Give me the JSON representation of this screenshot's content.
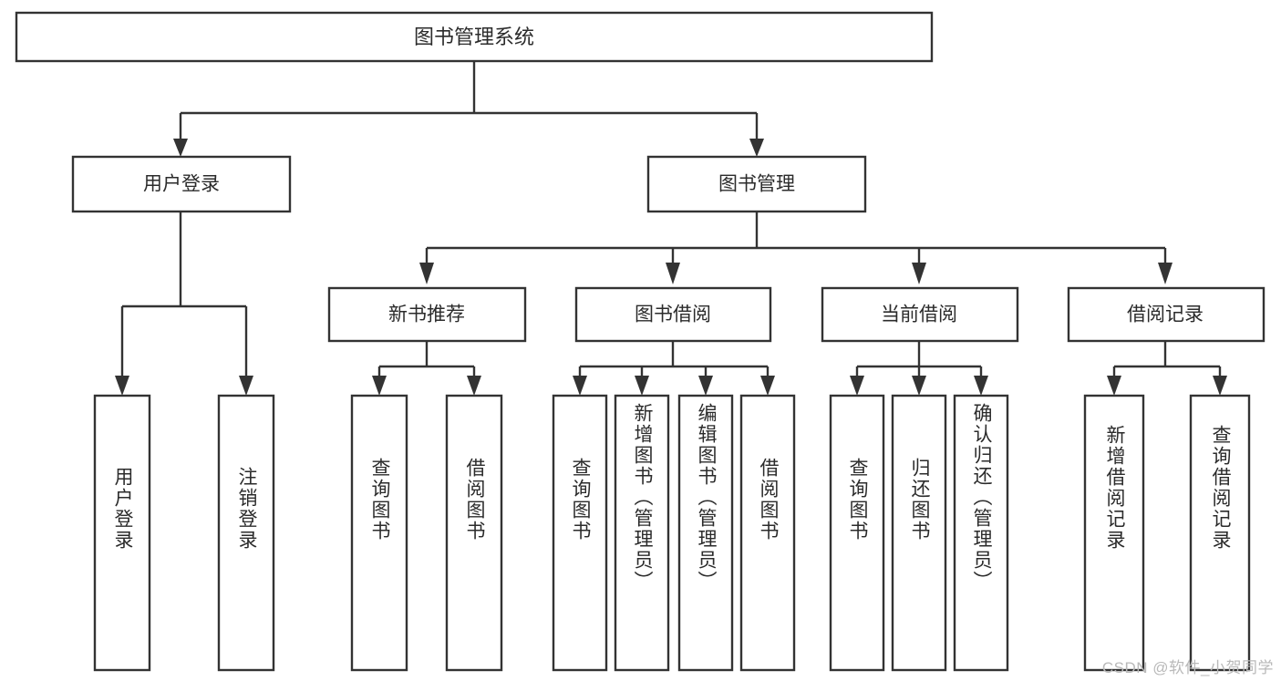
{
  "diagram": {
    "title": "图书管理系统",
    "type": "tree-hierarchy-chart",
    "orientation": "top-down",
    "root": {
      "id": "root",
      "label": "图书管理系统",
      "level": 0,
      "text_orientation": "horizontal"
    },
    "level2": [
      {
        "id": "user-login",
        "label": "用户登录",
        "level": 1,
        "text_orientation": "horizontal"
      },
      {
        "id": "book-management",
        "label": "图书管理",
        "level": 1,
        "text_orientation": "horizontal"
      }
    ],
    "level3": [
      {
        "id": "new-book-recommend",
        "label": "新书推荐",
        "level": 2,
        "parent": "book-management",
        "text_orientation": "horizontal"
      },
      {
        "id": "book-borrow",
        "label": "图书借阅",
        "level": 2,
        "parent": "book-management",
        "text_orientation": "horizontal"
      },
      {
        "id": "current-borrow",
        "label": "当前借阅",
        "level": 2,
        "parent": "book-management",
        "text_orientation": "horizontal"
      },
      {
        "id": "borrow-record",
        "label": "借阅记录",
        "level": 2,
        "parent": "book-management",
        "text_orientation": "horizontal"
      }
    ],
    "leaves": [
      {
        "id": "leaf-user-login",
        "label": "用户登录",
        "parent": "user-login",
        "text_orientation": "vertical"
      },
      {
        "id": "leaf-logout-login",
        "label": "注销登录",
        "parent": "user-login",
        "text_orientation": "vertical"
      },
      {
        "id": "leaf-query-book-1",
        "label": "查询图书",
        "parent": "new-book-recommend",
        "text_orientation": "vertical"
      },
      {
        "id": "leaf-borrow-book-1",
        "label": "借阅图书",
        "parent": "new-book-recommend",
        "text_orientation": "vertical"
      },
      {
        "id": "leaf-query-book-2",
        "label": "查询图书",
        "parent": "book-borrow",
        "text_orientation": "vertical"
      },
      {
        "id": "leaf-add-book-admin",
        "label": "新增图书（管理员）",
        "parent": "book-borrow",
        "text_orientation": "vertical"
      },
      {
        "id": "leaf-edit-book-admin",
        "label": "编辑图书（管理员）",
        "parent": "book-borrow",
        "text_orientation": "vertical"
      },
      {
        "id": "leaf-borrow-book-2",
        "label": "借阅图书",
        "parent": "book-borrow",
        "text_orientation": "vertical"
      },
      {
        "id": "leaf-query-book-3",
        "label": "查询图书",
        "parent": "current-borrow",
        "text_orientation": "vertical"
      },
      {
        "id": "leaf-return-book",
        "label": "归还图书",
        "parent": "current-borrow",
        "text_orientation": "vertical"
      },
      {
        "id": "leaf-confirm-return-admin",
        "label": "确认归还（管理员）",
        "parent": "current-borrow",
        "text_orientation": "vertical"
      },
      {
        "id": "leaf-add-borrow-record",
        "label": "新增借阅记录",
        "parent": "borrow-record",
        "text_orientation": "vertical"
      },
      {
        "id": "leaf-query-borrow-record",
        "label": "查询借阅记录",
        "parent": "borrow-record",
        "text_orientation": "vertical"
      }
    ],
    "colors": {
      "background": "#ffffff",
      "box_fill": "#ffffff",
      "box_stroke": "#333333",
      "connector": "#333333",
      "text": "#2b2b2b",
      "watermark": "#b9b9b9"
    }
  },
  "watermark": {
    "text": "CSDN @软件_小贺同学"
  }
}
